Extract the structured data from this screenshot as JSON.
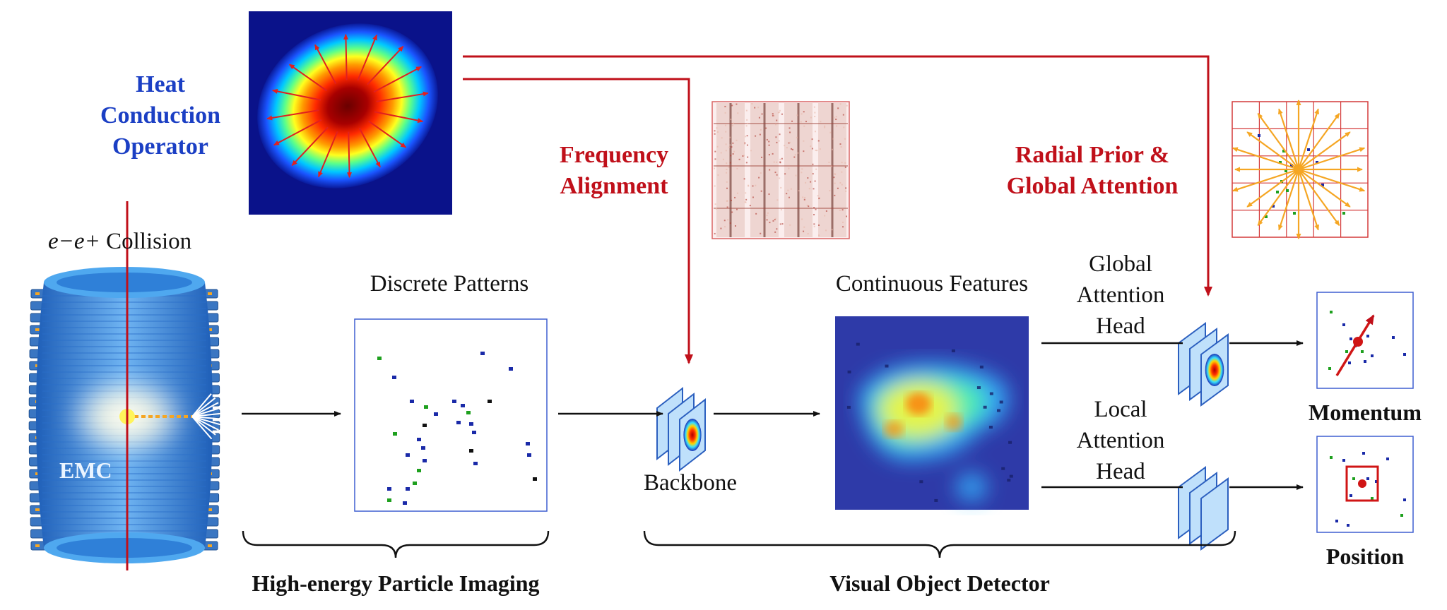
{
  "labels": {
    "heat_line1": "Heat",
    "heat_line2": "Conduction",
    "heat_line3": "Operator",
    "freq_line1": "Frequency",
    "freq_line2": "Alignment",
    "radial_line1": "Radial Prior &",
    "radial_line2": "Global Attention",
    "collision_particles": "e−e+",
    "collision_word": "Collision",
    "emc": "EMC",
    "discrete_patterns": "Discrete Patterns",
    "continuous_features": "Continuous Features",
    "backbone": "Backbone",
    "global_line1": "Global",
    "global_line2": "Attention",
    "global_line3": "Head",
    "local_line1": "Local",
    "local_line2": "Attention",
    "local_line3": "Head",
    "momentum": "Momentum",
    "position": "Position",
    "group_left": "High-energy Particle Imaging",
    "group_right": "Visual Object Detector"
  },
  "colors": {
    "heat_blue": "#1b3fc4",
    "accent_red": "#c0101a",
    "arrow_black": "#111111",
    "feature_map_blue": "#a9d4f5",
    "orange_ray": "#f5a623"
  }
}
